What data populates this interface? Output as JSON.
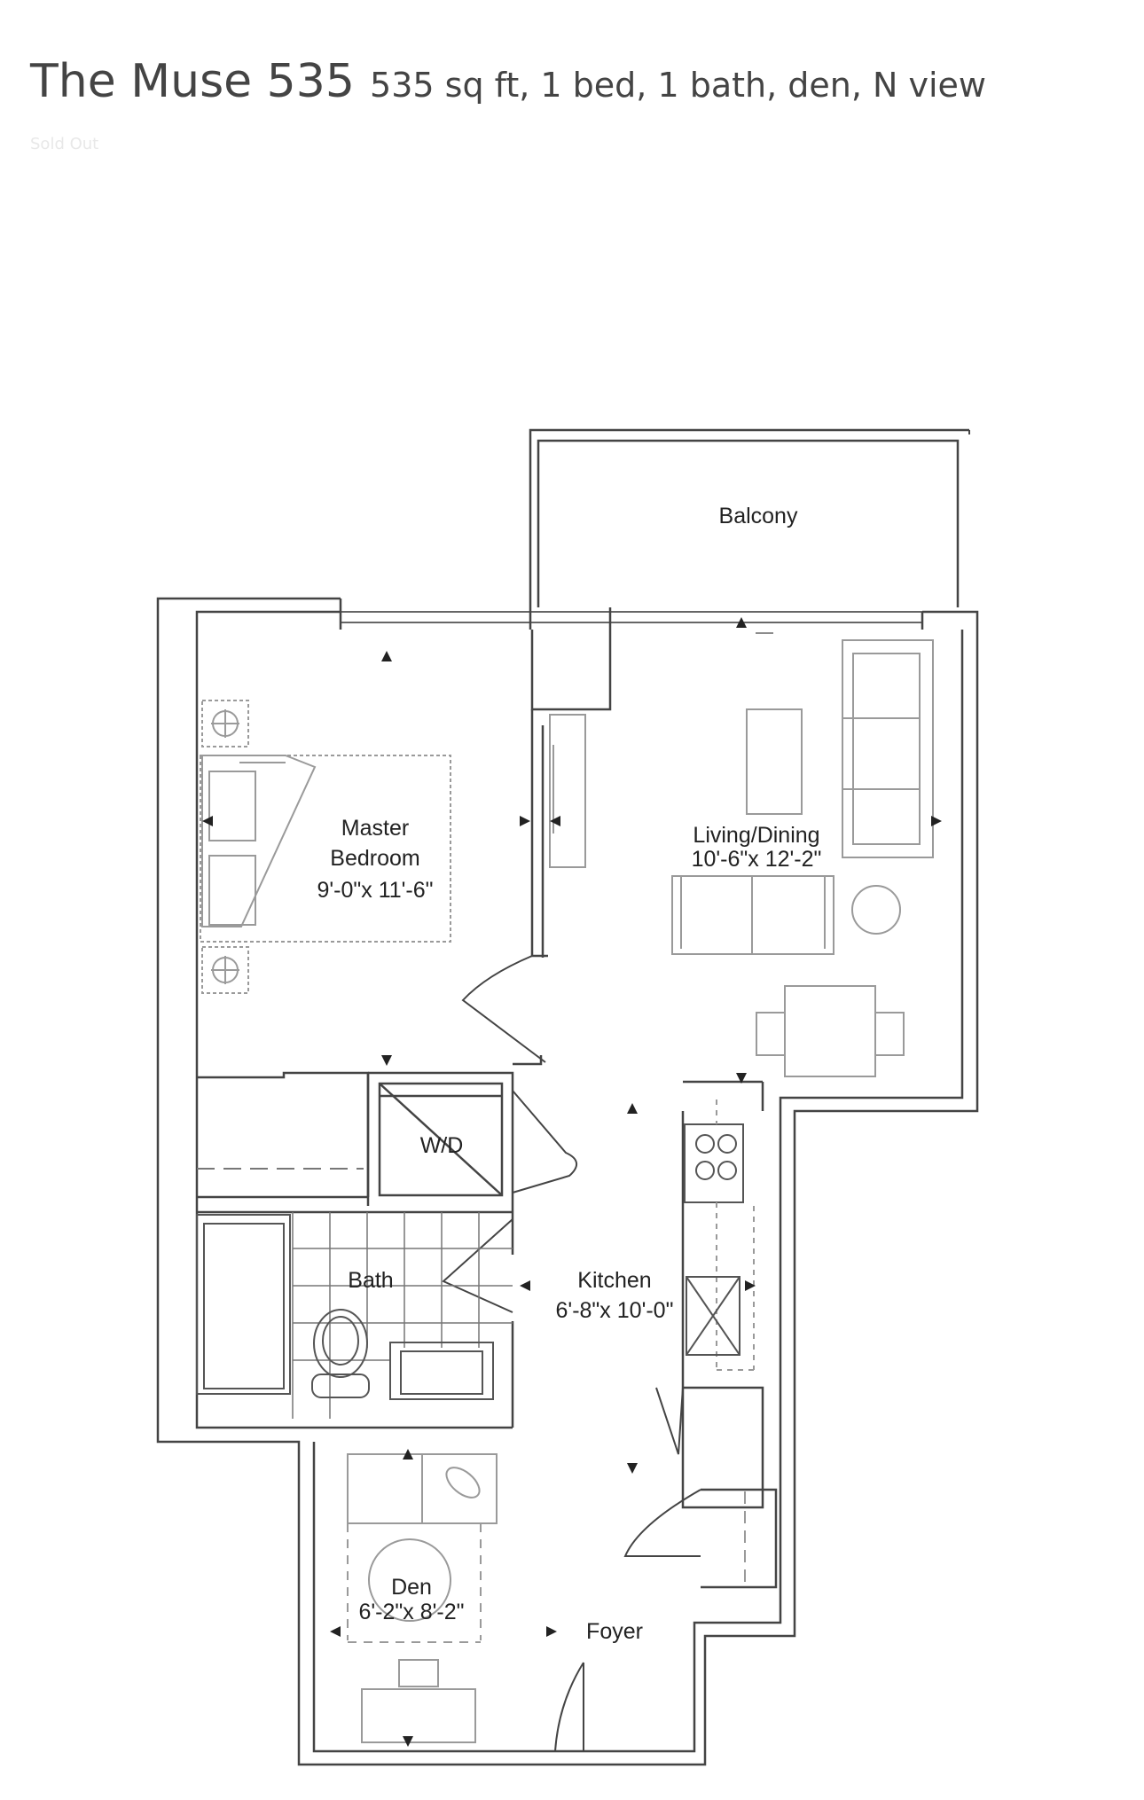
{
  "listing": {
    "title": "The Muse 535",
    "subtitle": "535 sq ft, 1 bed, 1 bath, den, N view",
    "status": "Sold Out"
  },
  "floorplan": {
    "rooms": {
      "balcony": {
        "name": "Balcony"
      },
      "master": {
        "name1": "Master",
        "name2": "Bedroom",
        "dims": "9'-0\"x 11'-6\""
      },
      "living": {
        "name": "Living/Dining",
        "dims": "10'-6\"x 12'-2\""
      },
      "wd": {
        "name": "W/D"
      },
      "bath": {
        "name": "Bath"
      },
      "kitchen": {
        "name": "Kitchen",
        "dims": "6'-8\"x 10'-0\""
      },
      "den": {
        "name": "Den",
        "dims": "6'-2\"x 8'-2\""
      },
      "foyer": {
        "name": "Foyer"
      }
    },
    "colors": {
      "line": "#444444",
      "light": "#9a9a9a"
    }
  }
}
